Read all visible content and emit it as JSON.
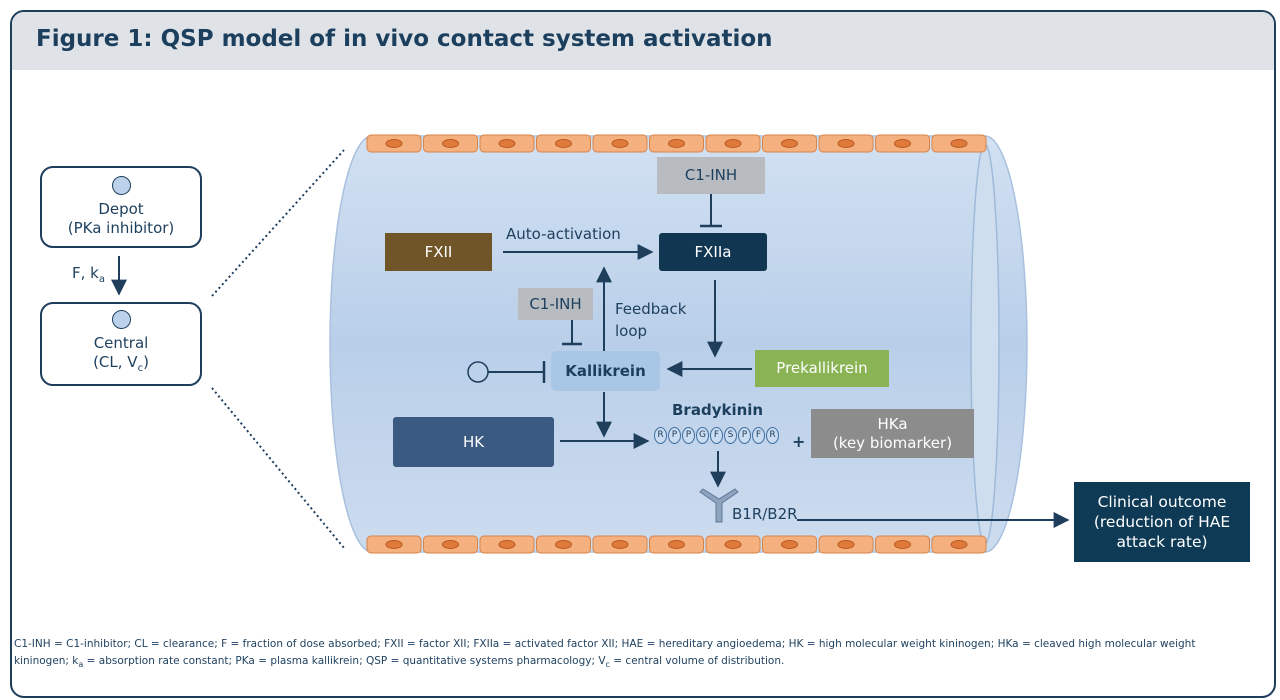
{
  "title": "Figure 1: QSP model of in vivo contact system activation",
  "depot": {
    "line1": "Depot",
    "line2": "(PKa inhibitor)"
  },
  "absorption_label": {
    "text": "F, k",
    "sub": "a"
  },
  "central": {
    "line1": "Central",
    "line2_prefix": "(CL, V",
    "line2_sub": "c",
    "line2_suffix": ")"
  },
  "nodes": {
    "c1inh_top": "C1-INH",
    "fxii": "FXII",
    "fxiia": "FXIIa",
    "auto_activation": "Auto-activation",
    "c1inh_mid": "C1-INH",
    "feedback_line1": "Feedback",
    "feedback_line2": "loop",
    "kallikrein": "Kallikrein",
    "prekallikrein": "Prekallikrein",
    "hk": "HK",
    "bradykinin": "Bradykinin",
    "plus": "+",
    "hka_line1": "HKa",
    "hka_line2": "(key biomarker)",
    "receptor": "B1R/B2R",
    "clinical_line1": "Clinical outcome",
    "clinical_line2": "(reduction of HAE",
    "clinical_line3": "attack rate)"
  },
  "peptide": [
    "R",
    "P",
    "P",
    "G",
    "F",
    "S",
    "P",
    "F",
    "R"
  ],
  "footnote_part1": "C1-INH = C1-inhibitor; CL = clearance; F = fraction of dose absorbed; FXII = factor XII; FXIIa = activated factor XII; HAE = hereditary angioedema; HK = high molecular weight kininogen; HKa = cleaved high molecular weight kininogen; k",
  "footnote_sub1": "a",
  "footnote_part2": " = absorption rate constant; PKa = plasma kallikrein; QSP = quantitative systems pharmacology; V",
  "footnote_sub2": "c",
  "footnote_part3": " = central volume of distribution.",
  "colors": {
    "navy": "#1e3e5c",
    "vessel": "#c0d4ec",
    "fxii": "#6f5528",
    "fxiia": "#113651",
    "c1inh": "#b8bcc0",
    "kallikrein": "#a8c7e6",
    "prekallikrein": "#8ab354",
    "hk": "#3a5a82",
    "hka": "#8c8c8c",
    "clinical": "#0e3a56",
    "cell": "#f5b07f"
  }
}
